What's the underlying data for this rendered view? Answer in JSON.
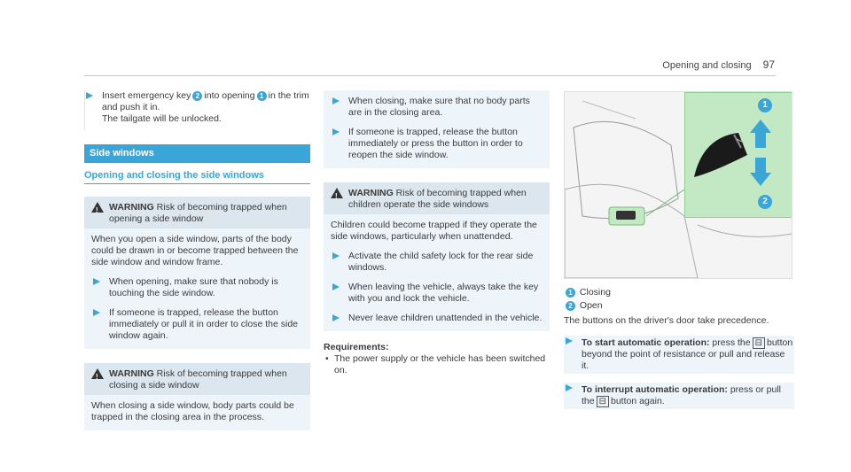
{
  "header": {
    "title": "Opening and closing",
    "page": "97"
  },
  "col1": {
    "step": {
      "pre": "Insert emergency key",
      "key_num": "2",
      "mid": "into opening",
      "open_num": "1",
      "post": "in the trim and push it in.",
      "result": "The tailgate will be unlocked."
    },
    "section": "Side windows",
    "subsection": "Opening and closing the side windows",
    "warn1": {
      "label": "WARNING",
      "title": "Risk of becoming trapped when opening a side window",
      "body": "When you open a side window, parts of the body could be drawn in or become trapped between the side window and window frame.",
      "bullets": [
        "When opening, make sure that nobody is touching the side window.",
        "If someone is trapped, release the button immediately or pull it in order to close the side window again."
      ]
    },
    "warn2": {
      "label": "WARNING",
      "title": "Risk of becoming trapped when closing a side window",
      "body": "When closing a side window, body parts could be trapped in the closing area in the process."
    }
  },
  "col2": {
    "bullets_top": [
      "When closing, make sure that no body parts are in the closing area.",
      "If someone is trapped, release the button immediately or press the button in order to reopen the side window."
    ],
    "warn3": {
      "label": "WARNING",
      "title": "Risk of becoming trapped when children operate the side windows",
      "body": "Children could become trapped if they operate the side windows, particularly when unattended.",
      "bullets": [
        "Activate the child safety lock for the rear side windows.",
        "When leaving the vehicle, always take the key with you and lock the vehicle.",
        "Never leave children unattended in the vehicle."
      ]
    },
    "requirements": {
      "label": "Requirements:",
      "item": "The power supply or the vehicle has been switched on."
    }
  },
  "col3": {
    "legend": [
      {
        "num": "1",
        "label": "Closing"
      },
      {
        "num": "2",
        "label": "Open"
      }
    ],
    "note": "The buttons on the driver's door take precedence.",
    "step1": {
      "label": "To start automatic operation:",
      "pre": "press the",
      "key": "⊟",
      "post": "button beyond the point of resistance or pull and release it."
    },
    "step2": {
      "label": "To interrupt automatic operation:",
      "pre": "press or pull the",
      "key": "⊟",
      "post": "button again."
    }
  },
  "figure": {
    "callout_up": "1",
    "callout_down": "2"
  }
}
